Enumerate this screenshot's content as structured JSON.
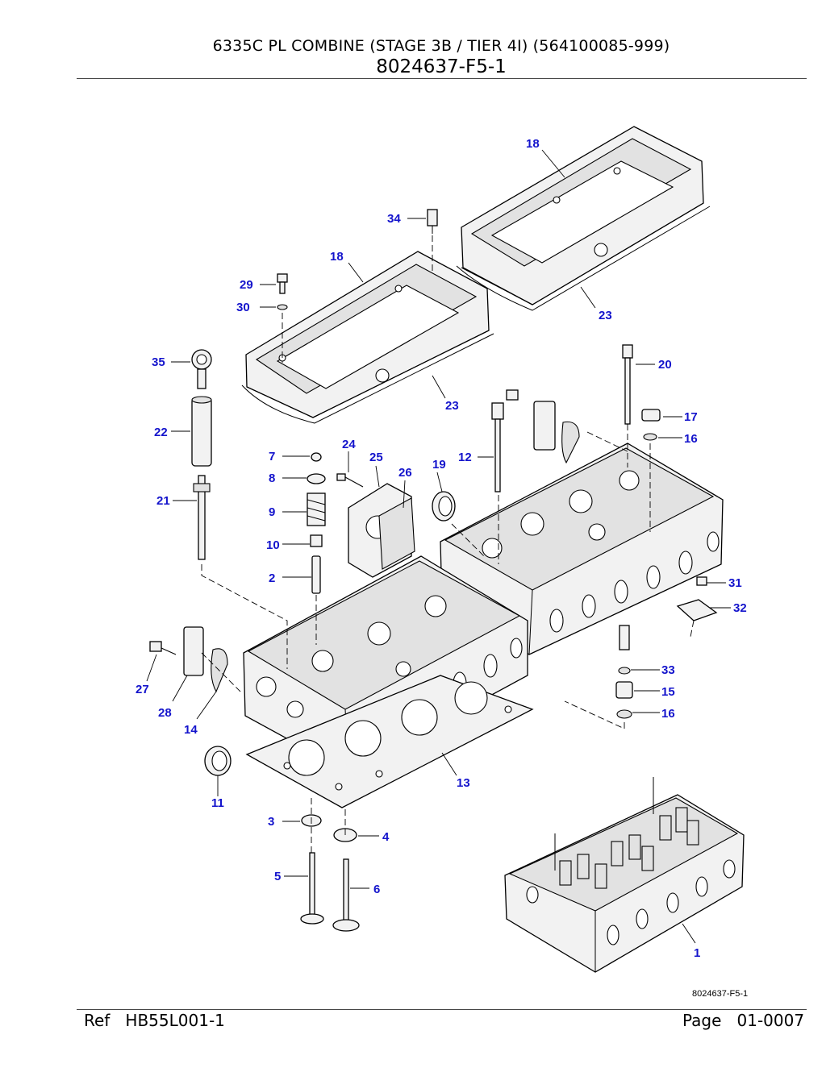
{
  "header": {
    "title": "6335C PL COMBINE (STAGE 3B / TIER 4I) (564100085-999)",
    "figure_number": "8024637-F5-1"
  },
  "diagram": {
    "figure_ref": "8024637-F5-1",
    "callouts": [
      "18",
      "34",
      "18",
      "29",
      "30",
      "23",
      "23",
      "35",
      "20",
      "17",
      "16",
      "22",
      "7",
      "24",
      "25",
      "26",
      "19",
      "12",
      "8",
      "9",
      "21",
      "10",
      "2",
      "31",
      "32",
      "33",
      "15",
      "16",
      "27",
      "28",
      "14",
      "13",
      "11",
      "3",
      "4",
      "5",
      "6",
      "1"
    ]
  },
  "footer": {
    "ref_label": "Ref",
    "ref_value": "HB55L001-1",
    "page_label": "Page",
    "page_value": "01-0007"
  }
}
